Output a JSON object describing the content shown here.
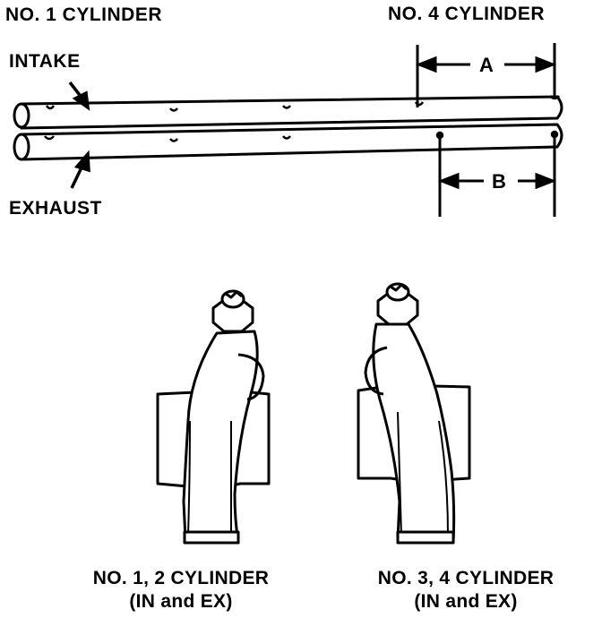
{
  "labels": {
    "cyl1": "NO. 1 CYLINDER",
    "cyl4": "NO. 4 CYLINDER",
    "intake": "INTAKE",
    "exhaust": "EXHAUST",
    "dim_a": "A",
    "dim_b": "B"
  },
  "captions": {
    "left_line1": "NO. 1, 2 CYLINDER",
    "left_line2": "(IN and EX)",
    "right_line1": "NO. 3, 4 CYLINDER",
    "right_line2": "(IN and EX)"
  },
  "colors": {
    "ink": "#000000",
    "paper": "#ffffff"
  }
}
